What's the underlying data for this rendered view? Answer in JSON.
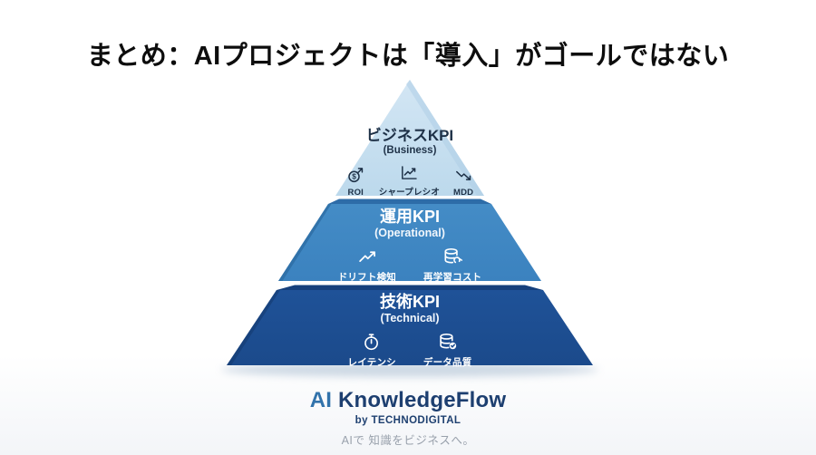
{
  "title": "まとめ：AIプロジェクトは「導入」がゴールではない",
  "pyramid": {
    "tiers": [
      {
        "title": "ビジネスKPI",
        "subtitle": "(Business)",
        "color": "#c5dff0",
        "items": [
          {
            "icon": "roi-icon",
            "label": "ROI"
          },
          {
            "icon": "sharpe-ratio-chart-icon",
            "label": "シャープレシオ"
          },
          {
            "icon": "mdd-trend-down-icon",
            "label": "MDD"
          }
        ]
      },
      {
        "title": "運用KPI",
        "subtitle": "(Operational)",
        "color": "#3f87c2",
        "items": [
          {
            "icon": "drift-trend-up-icon",
            "label": "ドリフト検知"
          },
          {
            "icon": "retraining-database-refresh-icon",
            "label": "再学習コスト"
          }
        ]
      },
      {
        "title": "技術KPI",
        "subtitle": "(Technical)",
        "color": "#1d4e92",
        "items": [
          {
            "icon": "latency-stopwatch-icon",
            "label": "レイテンシ"
          },
          {
            "icon": "data-quality-database-check-icon",
            "label": "データ品質"
          }
        ]
      }
    ]
  },
  "footer": {
    "brand_prefix": "AI",
    "brand_name": "KnowledgeFlow",
    "byline": "by TECHNODIGITAL",
    "tagline": "AIで 知識をビジネスへ。"
  },
  "colors": {
    "tier1_fill": "#c5dff0",
    "tier2_fill": "#3f87c2",
    "tier3_fill": "#1d4e92",
    "title_text": "#0d0d0d",
    "brand_navy": "#1d3f70",
    "brand_steel": "#3273ab",
    "tagline_gray": "#99a1ac"
  }
}
